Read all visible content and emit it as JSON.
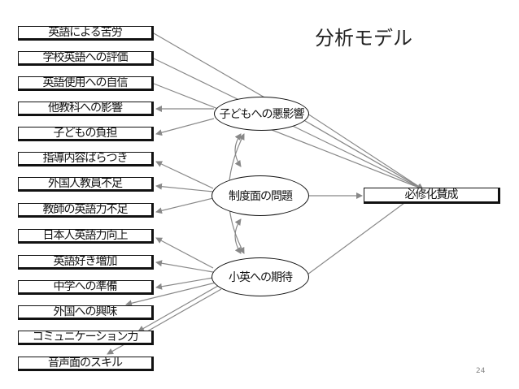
{
  "title": "分析モデル",
  "page_number": "24",
  "observed_boxes": [
    "英語による苦労",
    "学校英語への評価",
    "英語使用への自信",
    "他教科への影響",
    "子どもの負担",
    "指導内容ばらつき",
    "外国人教員不足",
    "教師の英語力不足",
    "日本人英語力向上",
    "英語好き増加",
    "中学への準備",
    "外国への興味",
    "コミュニケーション力",
    "音声面のスキル"
  ],
  "latent_nodes": {
    "negative_influence": "子どもへの悪影響",
    "institutional_problems": "制度面の問題",
    "expectation": "小英への期待"
  },
  "outcome": "必修化賛成",
  "colors": {
    "line": "#888888",
    "border": "#111111"
  }
}
